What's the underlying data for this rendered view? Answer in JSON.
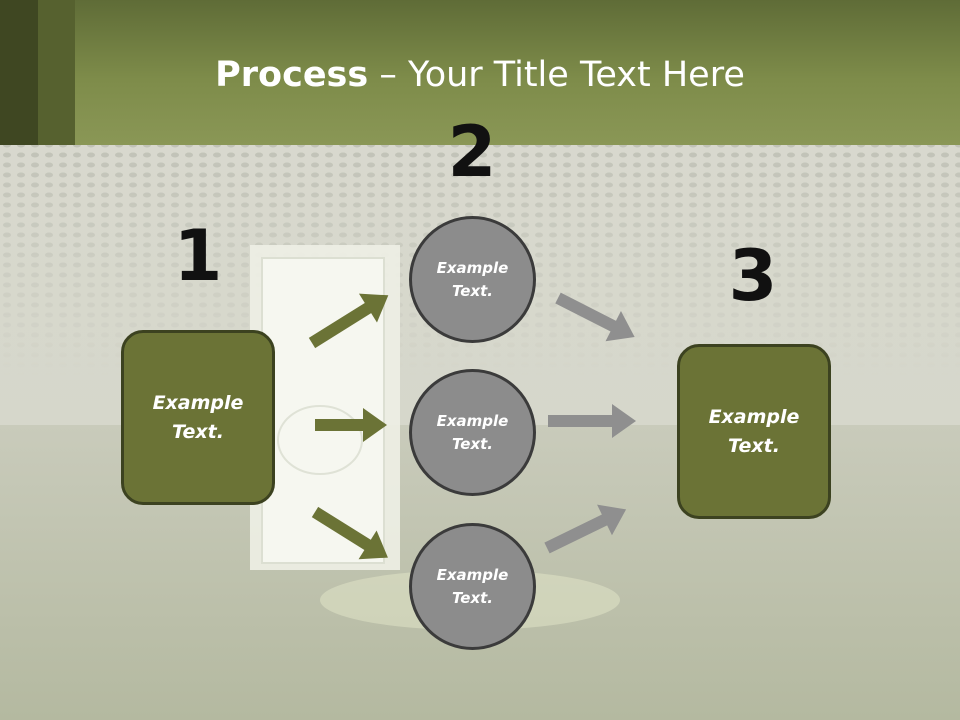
{
  "title": {
    "bold": "Process",
    "rest": " – Your Title Text Here"
  },
  "numbers": {
    "one": "1",
    "two": "2",
    "three": "3"
  },
  "left_box": {
    "text": "Example Text."
  },
  "right_box": {
    "text": "Example Text."
  },
  "circles": [
    {
      "text": "Example Text."
    },
    {
      "text": "Example Text."
    },
    {
      "text": "Example Text."
    }
  ],
  "colors": {
    "header": "#7e8c4a",
    "box": "#6b7336",
    "circle": "#8c8c8c",
    "arrow_green": "#6b7336",
    "arrow_gray": "#8f8f8f"
  }
}
